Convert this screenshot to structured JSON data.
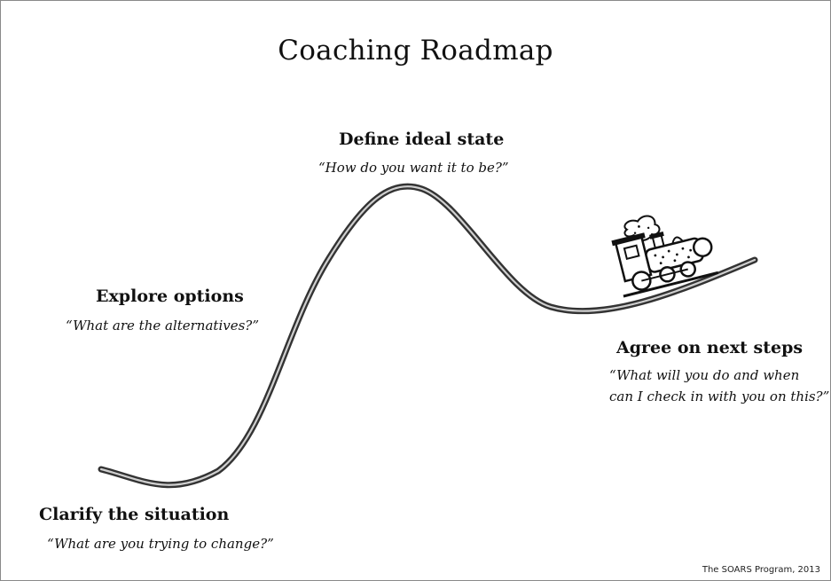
{
  "title": "Coaching Roadmap",
  "stages": [
    {
      "heading": "Clarify the situation",
      "question": "“What are you trying to change?”"
    },
    {
      "heading": "Explore options",
      "question": "“What are the alternatives?”"
    },
    {
      "heading": "Define ideal state",
      "question": "“How do you want it to be?”"
    },
    {
      "heading": "Agree on next steps",
      "question_line1": "“What will you do and when",
      "question_line2": "can I check in with you on this?”"
    }
  ],
  "credit": "The SOARS Program, 2013"
}
